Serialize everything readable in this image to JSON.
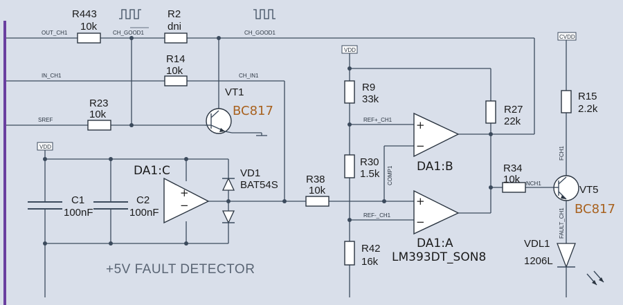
{
  "title": "+5V FAULT DETECTOR",
  "nets": {
    "out_ch1": "OUT_CH1",
    "ch_good1_bar": "CH_GOOD1",
    "ch_good1": "CH_GOOD1",
    "in_ch1": "IN_CH1",
    "ch_in1": "CH_IN1",
    "sref": "SREF",
    "ref_plus": "REF+_CH1",
    "ref_minus": "REF-_CH1",
    "comp1": "COMP1",
    "nch1": "NCH1",
    "fch1": "FCH1",
    "fault_ch1": "FAULT_CH1"
  },
  "power": {
    "vdd_left": "VDD",
    "vdd_mid": "VDD",
    "cvdd": "CVDD"
  },
  "components": {
    "r443": {
      "ref": "R443",
      "value": "10k"
    },
    "r2": {
      "ref": "R2",
      "value": "dni"
    },
    "r14": {
      "ref": "R14",
      "value": "10k"
    },
    "r23": {
      "ref": "R23",
      "value": "10k"
    },
    "vt1": {
      "ref": "VT1",
      "value": "BC817"
    },
    "r9": {
      "ref": "R9",
      "value": "33k"
    },
    "r27": {
      "ref": "R27",
      "value": "22k"
    },
    "r15": {
      "ref": "R15",
      "value": "2.2k"
    },
    "da1b": {
      "ref": "DA1:B"
    },
    "r30": {
      "ref": "R30",
      "value": "1.5k"
    },
    "r38": {
      "ref": "R38",
      "value": "10k"
    },
    "r34": {
      "ref": "R34",
      "value": "10k"
    },
    "vt5": {
      "ref": "VT5",
      "value": "BC817"
    },
    "da1c": {
      "ref": "DA1:C"
    },
    "vd1": {
      "ref": "VD1",
      "value": "BAT54S"
    },
    "c1": {
      "ref": "C1",
      "value": "100nF"
    },
    "c2": {
      "ref": "C2",
      "value": "100nF"
    },
    "da1a": {
      "ref": "DA1:A",
      "value": "LM393DT_SON8"
    },
    "r42": {
      "ref": "R42",
      "value": "16k"
    },
    "vdl1": {
      "ref": "VDL1",
      "value": "1206L"
    }
  },
  "pins": {
    "plus": "+",
    "minus": "−"
  }
}
